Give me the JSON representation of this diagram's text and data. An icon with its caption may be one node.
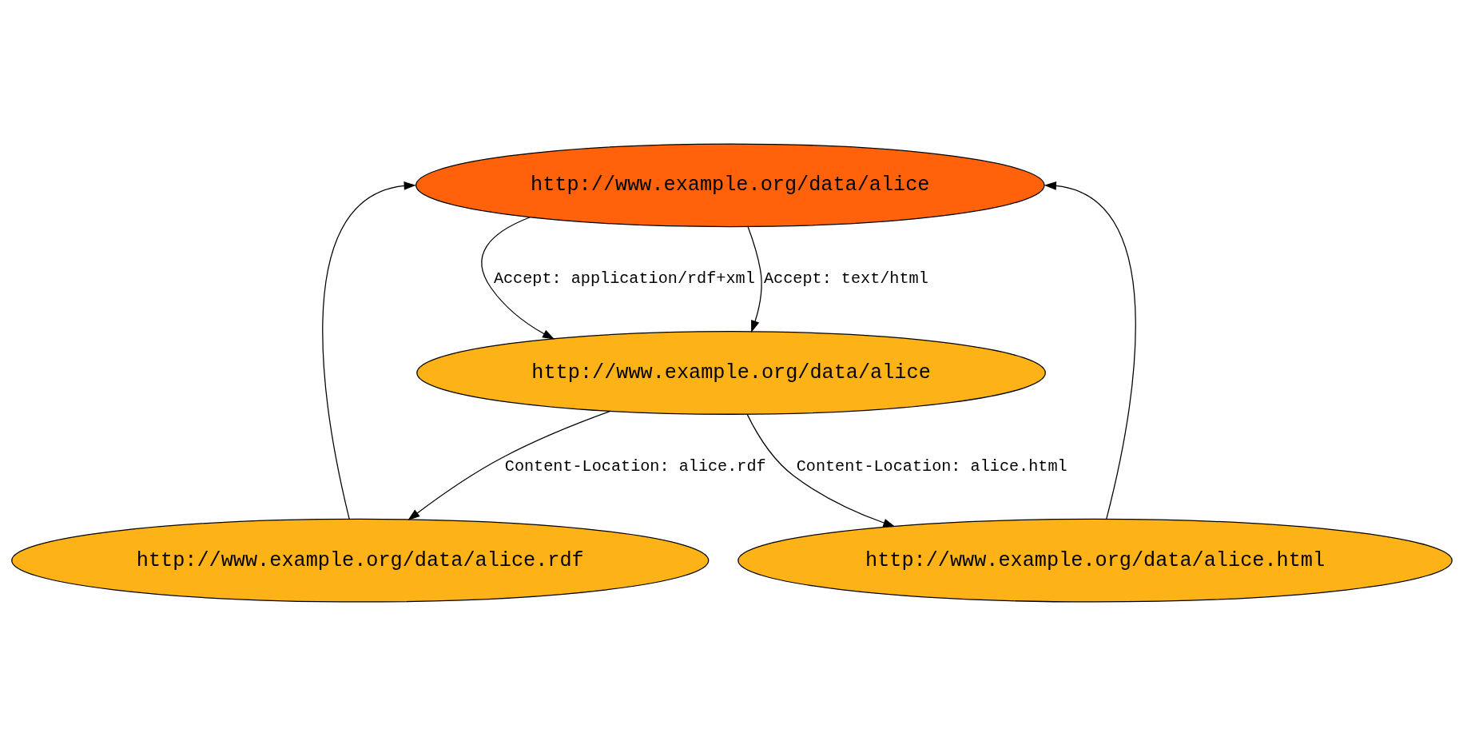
{
  "diagram": {
    "nodes": [
      {
        "text": [
          "http://www.example.org/data/alice"
        ]
      },
      {
        "text": [
          "http://www.example.org/data/alice"
        ]
      },
      {
        "text": [
          "http://www.example.org/data/alice.rdf"
        ]
      },
      {
        "text": [
          "http://www.example.org/data/alice.html"
        ]
      }
    ],
    "edges": [
      {
        "from": 0,
        "to": 1,
        "arrow": "to",
        "label": "Accept: application/rdf+xml"
      },
      {
        "from": 0,
        "to": 1,
        "arrow": "to",
        "label": "Accept: text/html"
      },
      {
        "from": 1,
        "to": 2,
        "arrow": "to",
        "label": "Content-Location: alice.rdf"
      },
      {
        "from": 1,
        "to": 3,
        "arrow": "to",
        "label": "Content-Location: alice.html"
      },
      {
        "from": 2,
        "to": 0,
        "arrow": "to"
      },
      {
        "from": 3,
        "to": 0,
        "arrow": "to"
      }
    ]
  }
}
